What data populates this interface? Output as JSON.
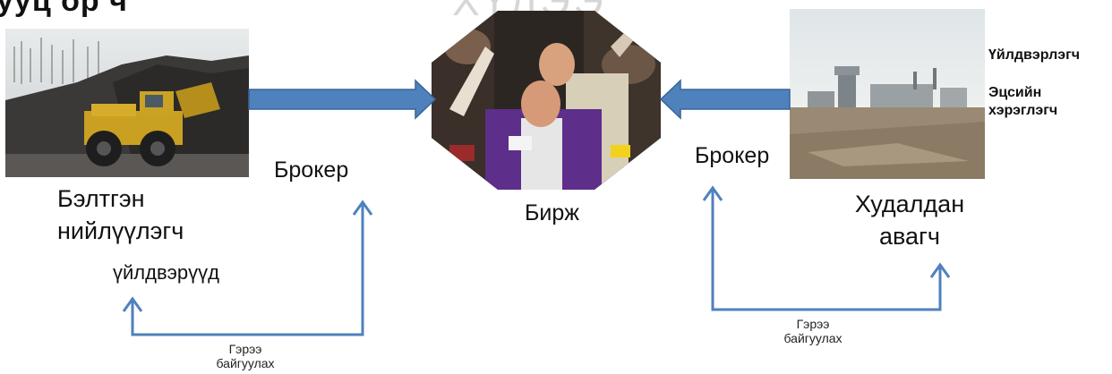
{
  "header": {
    "title_fragment": "ууц ор ч",
    "watermark": "ХҮЛЭЭ"
  },
  "left": {
    "supplier_label_line1": "Бэлтгэн",
    "supplier_label_line2": "нийлүүлэгч",
    "producers_label": "үйлдвэрүүд",
    "broker_label": "Брокер",
    "contract_line1": "Гэрээ",
    "contract_line2": "байгуулах"
  },
  "center": {
    "exchange_label": "Бирж"
  },
  "right": {
    "broker_label": "Брокер",
    "buyer_line1": "Худалдан",
    "buyer_line2": "авагч",
    "manufacturer_label": "Үйлдвэрлэгч",
    "end_user_line1": "Эцсийн",
    "end_user_line2": "хэрэглэгч",
    "contract_line1": "Гэрээ",
    "contract_line2": "байгуулах"
  },
  "colors": {
    "arrow_fill": "#4f81bd",
    "arrow_stroke": "#3a6595",
    "connector": "#4f81bd"
  },
  "images": {
    "left_photo": "mining-truck-photo",
    "center_photo": "stock-exchange-traders-photo",
    "right_photo": "industrial-site-photo"
  }
}
